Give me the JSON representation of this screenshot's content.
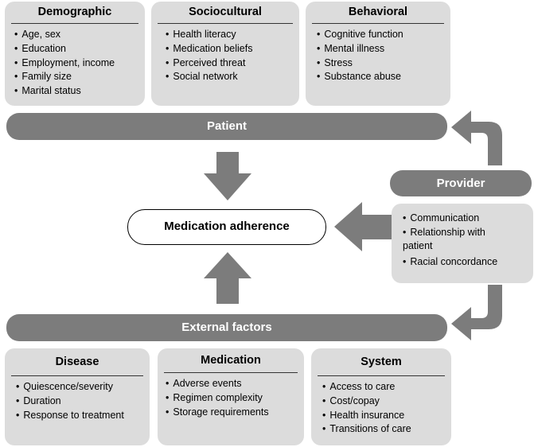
{
  "patient_factors": [
    {
      "title": "Demographic",
      "items": [
        "Age, sex",
        "Education",
        "Employment, income",
        "Family size",
        "Marital status"
      ]
    },
    {
      "title": "Sociocultural",
      "items": [
        "Health literacy",
        "Medication beliefs",
        "Perceived threat",
        "Social network"
      ]
    },
    {
      "title": "Behavioral",
      "items": [
        "Cognitive function",
        "Mental illness",
        "Stress",
        "Substance abuse"
      ]
    }
  ],
  "patient_label": "Patient",
  "center_label": "Medication adherence",
  "provider": {
    "label": "Provider",
    "items": [
      "Communication",
      "Relationship with patient",
      "Racial concordance"
    ]
  },
  "external_label": "External factors",
  "external_factors": [
    {
      "title": "Disease",
      "items": [
        "Quiescence/severity",
        "Duration",
        "Response to treatment"
      ]
    },
    {
      "title": "Medication",
      "items": [
        "Adverse events",
        "Regimen complexity",
        "Storage requirements"
      ]
    },
    {
      "title": "System",
      "items": [
        "Access to care",
        "Cost/copay",
        "Health insurance",
        "Transitions of care"
      ]
    }
  ],
  "colors": {
    "box_fill": "#dcdcdc",
    "bar_fill": "#7c7c7c",
    "arrow_fill": "#7c7c7c"
  }
}
